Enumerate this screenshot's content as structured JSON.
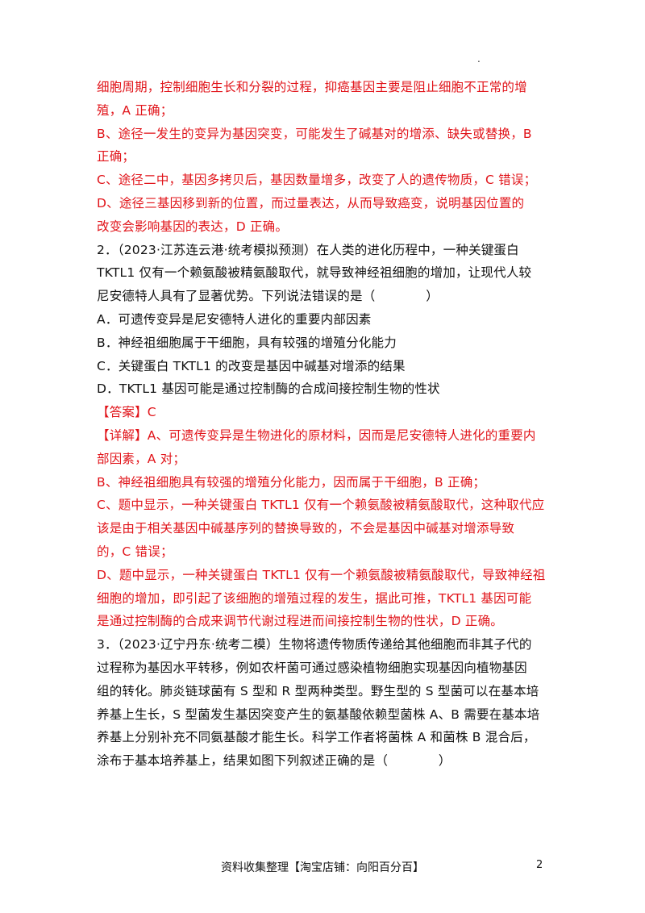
{
  "page_mark": ".",
  "lines": [
    {
      "text": "细胞周期，控制细胞生长和分裂的过程，抑癌基因主要是阻止细胞不正常的增",
      "color": "red"
    },
    {
      "text": "殖，A 正确；",
      "color": "red"
    },
    {
      "text": "B、途径一发生的变异为基因突变，可能发生了碱基对的增添、缺失或替换，B",
      "color": "red"
    },
    {
      "text": "正确；",
      "color": "red"
    },
    {
      "text": "C、途径二中，基因多拷贝后，基因数量增多，改变了人的遗传物质，C 错误；",
      "color": "red"
    },
    {
      "text": "D、途径三基因移到新的位置，而过量表达，从而导致癌变，说明基因位置的",
      "color": "red"
    },
    {
      "text": "改变会影响基因的表达，D 正确。",
      "color": "red"
    },
    {
      "text": "2．（2023·江苏连云港·统考模拟预测）在人类的进化历程中，一种关键蛋白",
      "color": "black"
    },
    {
      "text": "TKTL1 仅有一个赖氨酸被精氨酸取代，就导致神经祖细胞的增加，让现代人较",
      "color": "black"
    },
    {
      "text": "尼安德特人具有了显著优势。下列说法错误的是（　　　　）",
      "color": "black"
    },
    {
      "text": "A．可遗传变异是尼安德特人进化的重要内部因素",
      "color": "black"
    },
    {
      "text": "B．神经祖细胞属于干细胞，具有较强的增殖分化能力",
      "color": "black"
    },
    {
      "text": "C．关键蛋白 TKTL1 的改变是基因中碱基对增添的结果",
      "color": "black"
    },
    {
      "text": "D．TKTL1 基因可能是通过控制酶的合成间接控制生物的性状",
      "color": "black"
    },
    {
      "text": "【答案】C",
      "color": "red"
    },
    {
      "text": "【详解】A、可遗传变异是生物进化的原材料，因而是尼安德特人进化的重要内",
      "color": "red"
    },
    {
      "text": "部因素，A 对；",
      "color": "red"
    },
    {
      "text": "B、神经祖细胞具有较强的增殖分化能力，因而属于干细胞，B 正确；",
      "color": "red"
    },
    {
      "text": "C、题中显示，一种关键蛋白 TKTL1 仅有一个赖氨酸被精氨酸取代，这种取代应",
      "color": "red"
    },
    {
      "text": "该是由于相关基因中碱基序列的替换导致的，不会是基因中碱基对增添导致",
      "color": "red"
    },
    {
      "text": "的，C 错误；",
      "color": "red"
    },
    {
      "text": "D、题中显示，一种关键蛋白 TKTL1 仅有一个赖氨酸被精氨酸取代，导致神经祖",
      "color": "red"
    },
    {
      "text": "细胞的增加，即引起了该细胞的增殖过程的发生，据此可推，TKTL1 基因可能",
      "color": "red"
    },
    {
      "text": "是通过控制酶的合成来调节代谢过程进而间接控制生物的性状，D 正确。",
      "color": "red"
    },
    {
      "text": "3．（2023·辽宁丹东·统考二模）生物将遗传物质传递给其他细胞而非其子代的",
      "color": "black"
    },
    {
      "text": "过程称为基因水平转移，例如农杆菌可通过感染植物细胞实现基因向植物基因",
      "color": "black"
    },
    {
      "text": "组的转化。肺炎链球菌有 S 型和 R 型两种类型。野生型的 S 型菌可以在基本培",
      "color": "black"
    },
    {
      "text": "养基上生长，S 型菌发生基因突变产生的氨基酸依赖型菌株 A、B 需要在基本培",
      "color": "black"
    },
    {
      "text": "养基上分别补充不同氨基酸才能生长。科学工作者将菌株 A 和菌株 B 混合后，",
      "color": "black"
    },
    {
      "text": "涂布于基本培养基上，结果如图下列叙述正确的是（　　　　）",
      "color": "black"
    }
  ],
  "footer": {
    "text": "资料收集整理【淘宝店铺：向阳百分百】",
    "page_number": "2"
  },
  "colors": {
    "answer_red": "#e1141a",
    "body_black": "#111111"
  }
}
